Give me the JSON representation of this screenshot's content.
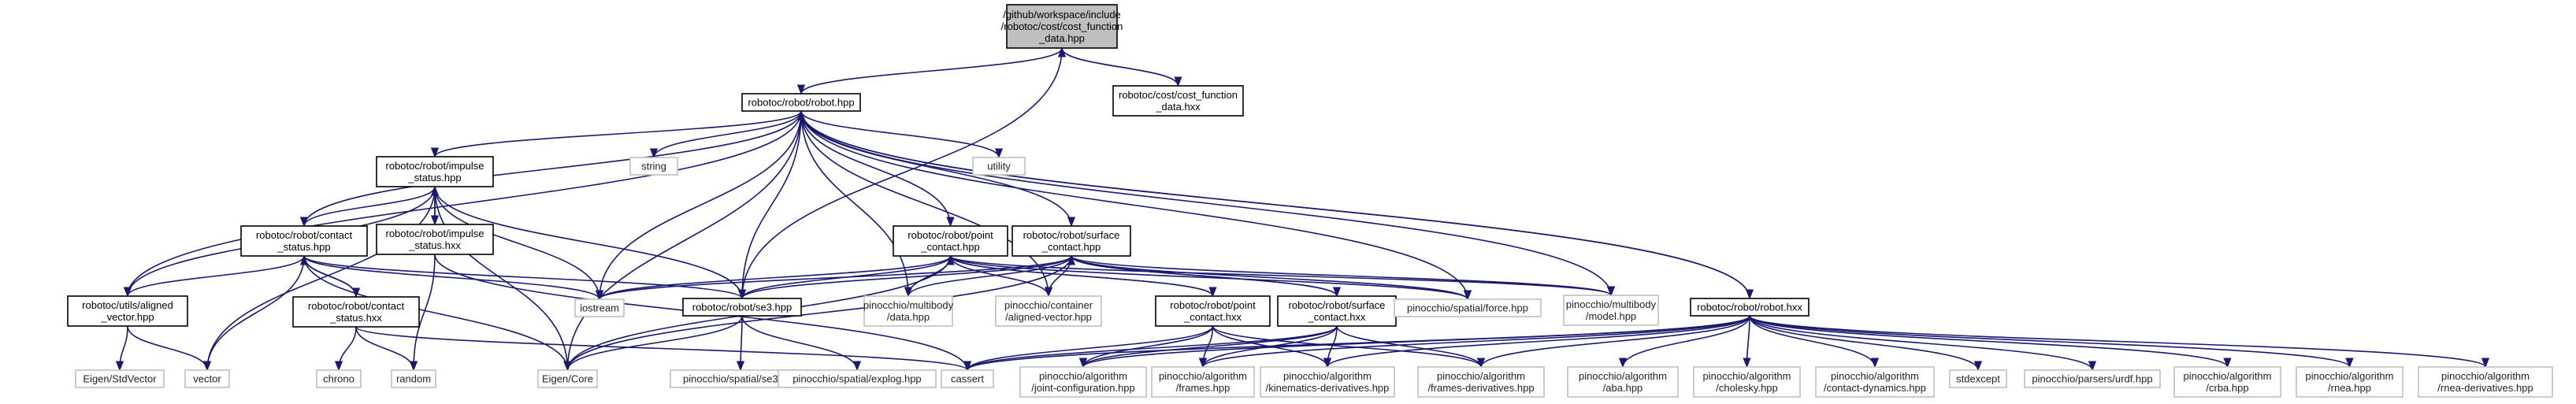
{
  "nodes": [
    {
      "id": "root",
      "kind": "root",
      "lines": [
        "/github/workspace/include",
        "/robotoc/cost/cost_function",
        "_data.hpp"
      ]
    },
    {
      "id": "cfdhxx",
      "kind": "internal",
      "lines": [
        "robotoc/cost/cost_function",
        "_data.hxx"
      ]
    },
    {
      "id": "robot",
      "kind": "internal",
      "lines": [
        "robotoc/robot/robot.hpp"
      ]
    },
    {
      "id": "impulse",
      "kind": "internal",
      "lines": [
        "robotoc/robot/impulse",
        "_status.hpp"
      ]
    },
    {
      "id": "impulsehxx",
      "kind": "internal",
      "lines": [
        "robotoc/robot/impulse",
        "_status.hxx"
      ]
    },
    {
      "id": "contact",
      "kind": "internal",
      "lines": [
        "robotoc/robot/contact",
        "_status.hpp"
      ]
    },
    {
      "id": "contacthxx",
      "kind": "internal",
      "lines": [
        "robotoc/robot/contact",
        "_status.hxx"
      ]
    },
    {
      "id": "aligned",
      "kind": "internal",
      "lines": [
        "robotoc/utils/aligned",
        "_vector.hpp"
      ]
    },
    {
      "id": "point",
      "kind": "internal",
      "lines": [
        "robotoc/robot/point",
        "_contact.hpp"
      ]
    },
    {
      "id": "pointhxx",
      "kind": "internal",
      "lines": [
        "robotoc/robot/point",
        "_contact.hxx"
      ]
    },
    {
      "id": "surface",
      "kind": "internal",
      "lines": [
        "robotoc/robot/surface",
        "_contact.hpp"
      ]
    },
    {
      "id": "surfacehxx",
      "kind": "internal",
      "lines": [
        "robotoc/robot/surface",
        "_contact.hxx"
      ]
    },
    {
      "id": "se3",
      "kind": "internal",
      "lines": [
        "robotoc/robot/se3.hpp"
      ]
    },
    {
      "id": "robothxx",
      "kind": "internal",
      "lines": [
        "robotoc/robot/robot.hxx"
      ]
    },
    {
      "id": "string",
      "kind": "external",
      "lines": [
        "string"
      ]
    },
    {
      "id": "utility",
      "kind": "external",
      "lines": [
        "utility"
      ]
    },
    {
      "id": "iostream",
      "kind": "external",
      "lines": [
        "iostream"
      ]
    },
    {
      "id": "eigenstdvector",
      "kind": "external",
      "lines": [
        "Eigen/StdVector"
      ]
    },
    {
      "id": "vector",
      "kind": "external",
      "lines": [
        "vector"
      ]
    },
    {
      "id": "eigencore",
      "kind": "external",
      "lines": [
        "Eigen/Core"
      ]
    },
    {
      "id": "chrono",
      "kind": "external",
      "lines": [
        "chrono"
      ]
    },
    {
      "id": "random",
      "kind": "external",
      "lines": [
        "random"
      ]
    },
    {
      "id": "pse3",
      "kind": "external",
      "lines": [
        "pinocchio/spatial/se3.hpp"
      ]
    },
    {
      "id": "pexplog",
      "kind": "external",
      "lines": [
        "pinocchio/spatial/explog.hpp"
      ]
    },
    {
      "id": "pdata",
      "kind": "external",
      "lines": [
        "pinocchio/multibody",
        "/data.hpp"
      ]
    },
    {
      "id": "palignedvec",
      "kind": "external",
      "lines": [
        "pinocchio/container",
        "/aligned-vector.hpp"
      ]
    },
    {
      "id": "cassert",
      "kind": "external",
      "lines": [
        "cassert"
      ]
    },
    {
      "id": "pforce",
      "kind": "external",
      "lines": [
        "pinocchio/spatial/force.hpp"
      ]
    },
    {
      "id": "pmodel",
      "kind": "external",
      "lines": [
        "pinocchio/multibody",
        "/model.hpp"
      ]
    },
    {
      "id": "pjointcfg",
      "kind": "external",
      "lines": [
        "pinocchio/algorithm",
        "/joint-configuration.hpp"
      ]
    },
    {
      "id": "pframes",
      "kind": "external",
      "lines": [
        "pinocchio/algorithm",
        "/frames.hpp"
      ]
    },
    {
      "id": "pkinder",
      "kind": "external",
      "lines": [
        "pinocchio/algorithm",
        "/kinematics-derivatives.hpp"
      ]
    },
    {
      "id": "pframesder",
      "kind": "external",
      "lines": [
        "pinocchio/algorithm",
        "/frames-derivatives.hpp"
      ]
    },
    {
      "id": "paba",
      "kind": "external",
      "lines": [
        "pinocchio/algorithm",
        "/aba.hpp"
      ]
    },
    {
      "id": "pcholesky",
      "kind": "external",
      "lines": [
        "pinocchio/algorithm",
        "/cholesky.hpp"
      ]
    },
    {
      "id": "pcontactdyn",
      "kind": "external",
      "lines": [
        "pinocchio/algorithm",
        "/contact-dynamics.hpp"
      ]
    },
    {
      "id": "stdexcept",
      "kind": "external",
      "lines": [
        "stdexcept"
      ]
    },
    {
      "id": "purdf",
      "kind": "external",
      "lines": [
        "pinocchio/parsers/urdf.hpp"
      ]
    },
    {
      "id": "pcrba",
      "kind": "external",
      "lines": [
        "pinocchio/algorithm",
        "/crba.hpp"
      ]
    },
    {
      "id": "prnea",
      "kind": "external",
      "lines": [
        "pinocchio/algorithm",
        "/rnea.hpp"
      ]
    },
    {
      "id": "prneader",
      "kind": "external",
      "lines": [
        "pinocchio/algorithm",
        "/rnea-derivatives.hpp"
      ]
    }
  ],
  "edges": [
    [
      "root",
      "robot"
    ],
    [
      "root",
      "se3"
    ],
    [
      "root",
      "cfdhxx"
    ],
    [
      "cfdhxx",
      "root"
    ],
    [
      "robot",
      "impulse"
    ],
    [
      "robot",
      "contact"
    ],
    [
      "robot",
      "aligned"
    ],
    [
      "robot",
      "point"
    ],
    [
      "robot",
      "surface"
    ],
    [
      "robot",
      "se3"
    ],
    [
      "robot",
      "robothxx"
    ],
    [
      "robot",
      "string"
    ],
    [
      "robot",
      "utility"
    ],
    [
      "robot",
      "iostream"
    ],
    [
      "robot",
      "eigencore"
    ],
    [
      "robot",
      "pdata"
    ],
    [
      "robot",
      "pmodel"
    ],
    [
      "robot",
      "pforce"
    ],
    [
      "robot",
      "palignedvec"
    ],
    [
      "impulse",
      "contact"
    ],
    [
      "impulse",
      "aligned"
    ],
    [
      "impulse",
      "impulsehxx"
    ],
    [
      "impulse",
      "se3"
    ],
    [
      "impulse",
      "iostream"
    ],
    [
      "impulse",
      "eigencore"
    ],
    [
      "impulse",
      "vector"
    ],
    [
      "impulsehxx",
      "impulse"
    ],
    [
      "impulsehxx",
      "random"
    ],
    [
      "impulsehxx",
      "cassert"
    ],
    [
      "contact",
      "aligned"
    ],
    [
      "contact",
      "contacthxx"
    ],
    [
      "contact",
      "se3"
    ],
    [
      "contact",
      "iostream"
    ],
    [
      "contact",
      "eigencore"
    ],
    [
      "contact",
      "vector"
    ],
    [
      "contacthxx",
      "contact"
    ],
    [
      "contacthxx",
      "chrono"
    ],
    [
      "contacthxx",
      "random"
    ],
    [
      "contacthxx",
      "cassert"
    ],
    [
      "aligned",
      "eigenstdvector"
    ],
    [
      "aligned",
      "vector"
    ],
    [
      "point",
      "pointhxx"
    ],
    [
      "point",
      "se3"
    ],
    [
      "point",
      "pdata"
    ],
    [
      "point",
      "palignedvec"
    ],
    [
      "point",
      "pforce"
    ],
    [
      "point",
      "pmodel"
    ],
    [
      "point",
      "eigencore"
    ],
    [
      "point",
      "iostream"
    ],
    [
      "pointhxx",
      "point"
    ],
    [
      "pointhxx",
      "cassert"
    ],
    [
      "pointhxx",
      "pjointcfg"
    ],
    [
      "pointhxx",
      "pframes"
    ],
    [
      "pointhxx",
      "pkinder"
    ],
    [
      "pointhxx",
      "pframesder"
    ],
    [
      "surface",
      "surfacehxx"
    ],
    [
      "surface",
      "se3"
    ],
    [
      "surface",
      "pdata"
    ],
    [
      "surface",
      "palignedvec"
    ],
    [
      "surface",
      "pforce"
    ],
    [
      "surface",
      "pmodel"
    ],
    [
      "surface",
      "eigencore"
    ],
    [
      "surface",
      "iostream"
    ],
    [
      "surfacehxx",
      "surface"
    ],
    [
      "surfacehxx",
      "cassert"
    ],
    [
      "surfacehxx",
      "pjointcfg"
    ],
    [
      "surfacehxx",
      "pframes"
    ],
    [
      "surfacehxx",
      "pkinder"
    ],
    [
      "surfacehxx",
      "pframesder"
    ],
    [
      "se3",
      "eigencore"
    ],
    [
      "se3",
      "pse3"
    ],
    [
      "se3",
      "pexplog"
    ],
    [
      "robothxx",
      "robot"
    ],
    [
      "robothxx",
      "cassert"
    ],
    [
      "robothxx",
      "pjointcfg"
    ],
    [
      "robothxx",
      "pframes"
    ],
    [
      "robothxx",
      "pkinder"
    ],
    [
      "robothxx",
      "pframesder"
    ],
    [
      "robothxx",
      "paba"
    ],
    [
      "robothxx",
      "pcholesky"
    ],
    [
      "robothxx",
      "pcontactdyn"
    ],
    [
      "robothxx",
      "stdexcept"
    ],
    [
      "robothxx",
      "purdf"
    ],
    [
      "robothxx",
      "pcrba"
    ],
    [
      "robothxx",
      "prnea"
    ],
    [
      "robothxx",
      "prneader"
    ]
  ]
}
